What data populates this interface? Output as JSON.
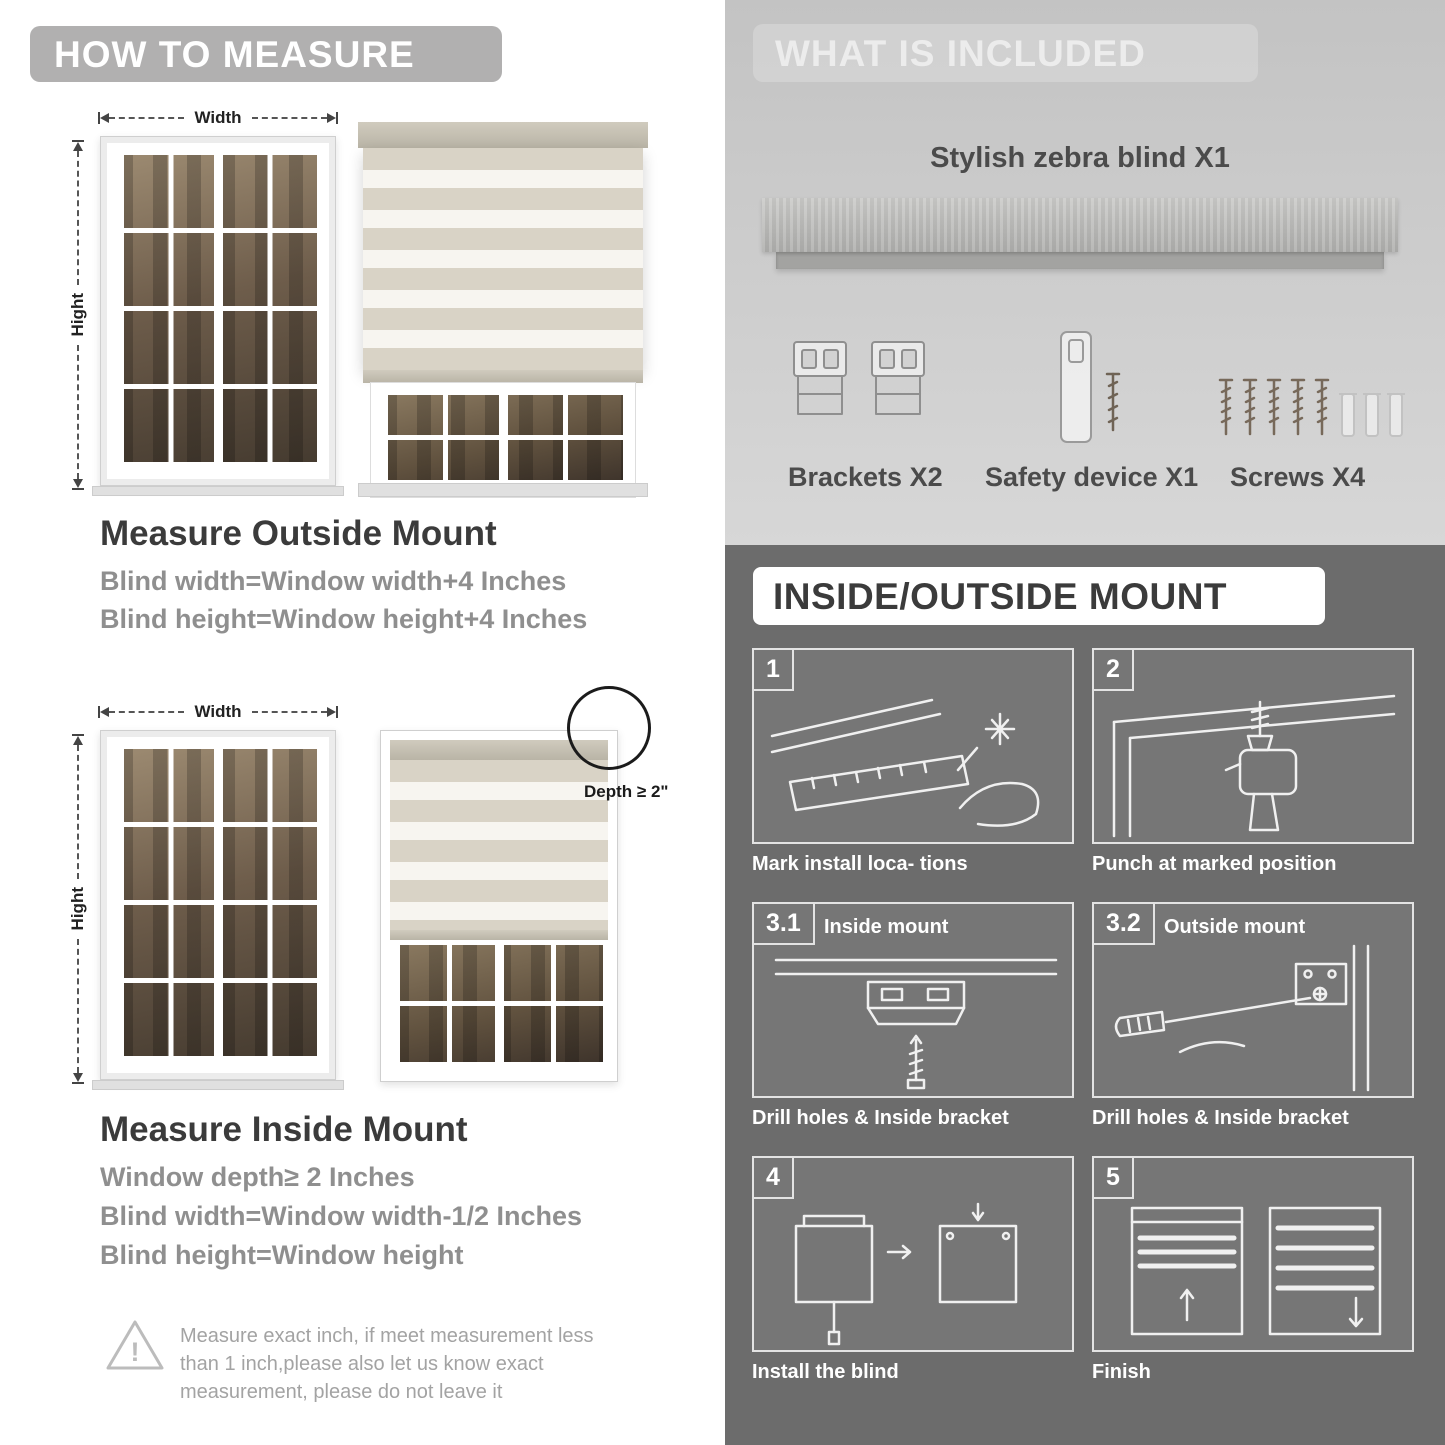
{
  "left": {
    "header": "HOW TO MEASURE",
    "outside_mount": {
      "width_label": "Width",
      "height_label": "Hight",
      "title": "Measure Outside Mount",
      "formula1": "Blind width=Window width+4 Inches",
      "formula2": "Blind height=Window height+4 Inches"
    },
    "inside_mount": {
      "width_label": "Width",
      "height_label": "Hight",
      "depth_label": "Depth ≥ 2\"",
      "title": "Measure Inside Mount",
      "formula1": "Window depth≥ 2 Inches",
      "formula2": "Blind width=Window width-1/2 Inches",
      "formula3": "Blind height=Window height"
    },
    "warning": {
      "line1": "Measure exact inch, if meet measurement less",
      "line2": "than 1 inch,please also let us know exact",
      "line3": "measurement, please do not leave it"
    }
  },
  "included": {
    "header": "WHAT IS INCLUDED",
    "blind_label": "Stylish zebra blind X1",
    "brackets_label": "Brackets X2",
    "safety_label": "Safety device X1",
    "screws_label": "Screws X4"
  },
  "mount": {
    "header": "INSIDE/OUTSIDE MOUNT",
    "steps": [
      {
        "num": "1",
        "caption": "Mark install loca- tions"
      },
      {
        "num": "2",
        "caption": "Punch at  marked position"
      },
      {
        "num": "3.1",
        "title": "Inside mount",
        "caption": "Drill holes &  Inside bracket"
      },
      {
        "num": "3.2",
        "title": "Outside mount",
        "caption": "Drill holes &  Inside bracket"
      },
      {
        "num": "4",
        "caption": "Install the blind"
      },
      {
        "num": "5",
        "caption": "Finish"
      }
    ]
  },
  "colors": {
    "header_box_gray": "#b1b0b0",
    "included_bg": "#c9c9c9",
    "mount_bg": "#6c6c6c",
    "stripe_beige": "#d9d3c6",
    "stripe_white": "#f7f5f0"
  }
}
